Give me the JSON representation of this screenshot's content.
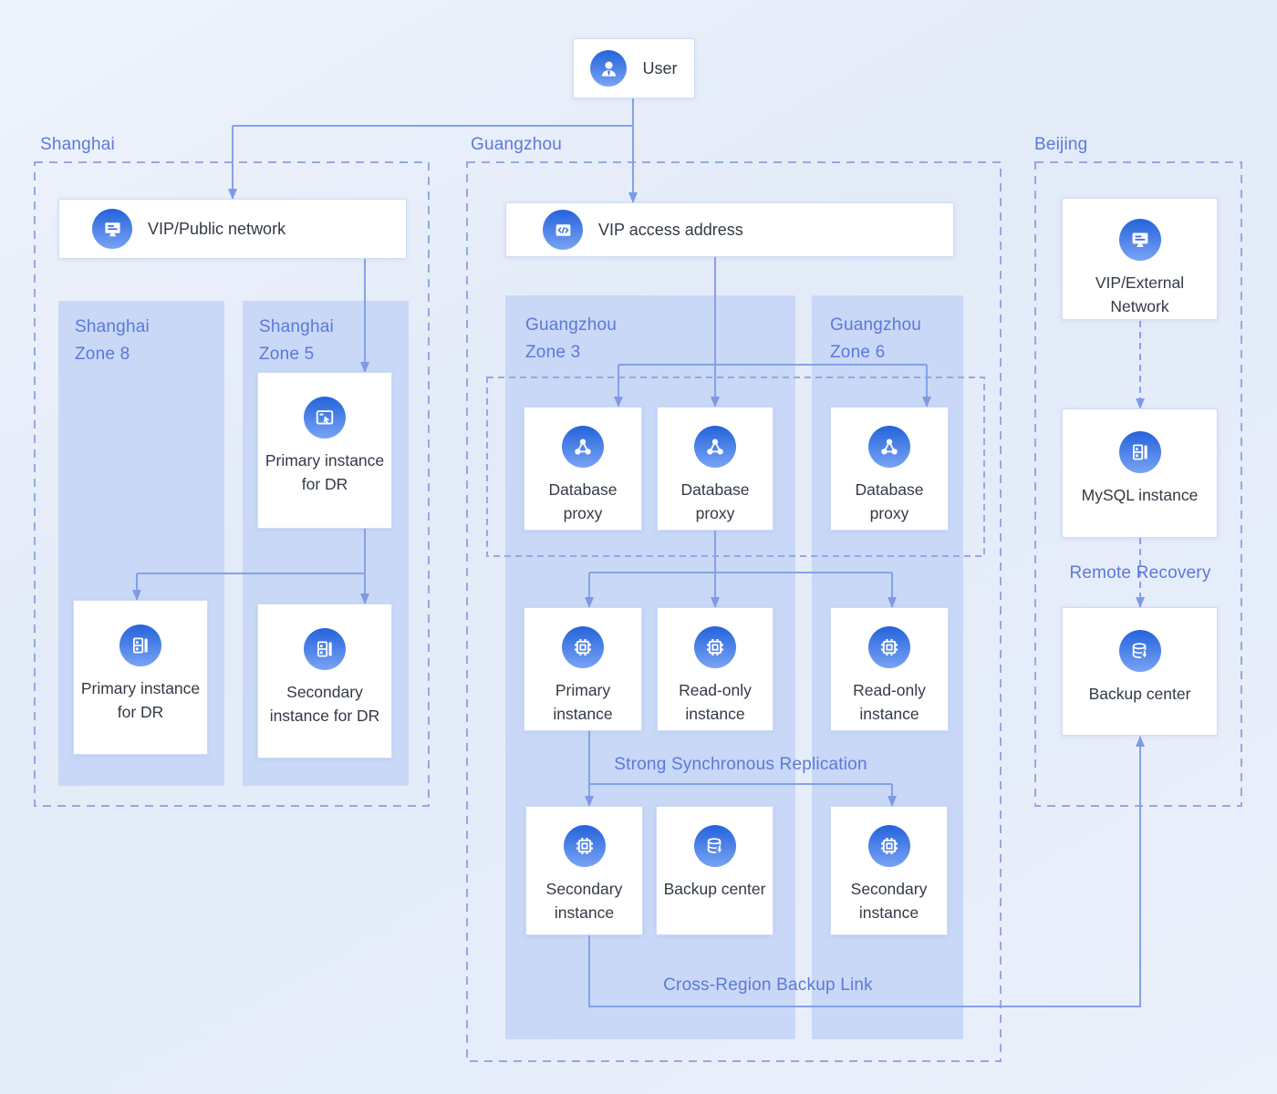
{
  "regions": {
    "shanghai": {
      "label": "Shanghai"
    },
    "guangzhou": {
      "label": "Guangzhou"
    },
    "beijing": {
      "label": "Beijing"
    }
  },
  "zones": {
    "sh8": {
      "line1": "Shanghai",
      "line2": "Zone 8"
    },
    "sh5": {
      "line1": "Shanghai",
      "line2": "Zone 5"
    },
    "gz3": {
      "line1": "Guangzhou",
      "line2": "Zone 3"
    },
    "gz6": {
      "line1": "Guangzhou",
      "line2": "Zone 6"
    }
  },
  "nodes": {
    "user": {
      "label": "User",
      "icon": "user-icon"
    },
    "vip_public": {
      "label": "VIP/Public network",
      "icon": "network-monitor-icon"
    },
    "vip_access": {
      "label": "VIP access address",
      "icon": "code-endpoint-icon"
    },
    "sh_dr_console": {
      "label": "Primary instance for DR",
      "icon": "console-window-icon"
    },
    "sh_dr_primary": {
      "label": "Primary instance for DR",
      "icon": "server-icon"
    },
    "sh_dr_secondary": {
      "label": "Secondary instance for DR",
      "icon": "server-icon"
    },
    "proxy1": {
      "label": "Database proxy",
      "icon": "proxy-network-icon"
    },
    "proxy2": {
      "label": "Database proxy",
      "icon": "proxy-network-icon"
    },
    "proxy3": {
      "label": "Database proxy",
      "icon": "proxy-network-icon"
    },
    "gz_primary": {
      "label": "Primary instance",
      "icon": "chip-icon"
    },
    "gz_ro1": {
      "label": "Read-only instance",
      "icon": "chip-icon"
    },
    "gz_ro2": {
      "label": "Read-only instance",
      "icon": "chip-icon"
    },
    "gz_sec1": {
      "label": "Secondary instance",
      "icon": "chip-icon"
    },
    "gz_backup": {
      "label": "Backup center",
      "icon": "backup-database-icon"
    },
    "gz_sec2": {
      "label": "Secondary instance",
      "icon": "chip-icon"
    },
    "bj_vip": {
      "label": "VIP/External Network",
      "icon": "network-monitor-icon"
    },
    "bj_mysql": {
      "label": "MySQL instance",
      "icon": "server-icon"
    },
    "bj_backup": {
      "label": "Backup center",
      "icon": "backup-database-icon"
    }
  },
  "edge_labels": {
    "strong_sync": "Strong Synchronous Replication",
    "cross_region": "Cross-Region Backup Link",
    "remote_recovery": "Remote Recovery"
  },
  "palette": {
    "icon_gradient_top": "#2463db",
    "icon_gradient_bottom": "#79a3f4",
    "connector": "#86a1e8",
    "arrowhead": "#7e9ae4",
    "region_border": "#93a9e4",
    "label_blue": "#5b79d8",
    "zone_panel_fill": "#c9d8f7",
    "box_text": "#333a46",
    "background": "#e7eefa"
  }
}
